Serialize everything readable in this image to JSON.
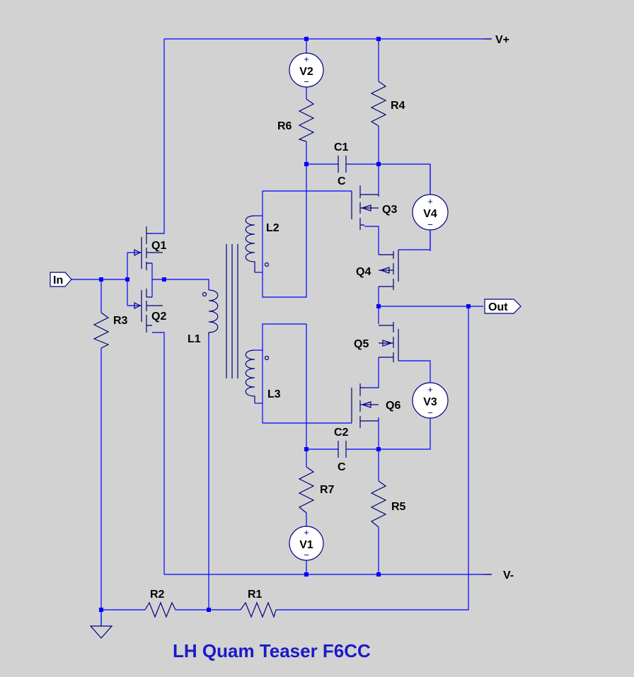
{
  "title": "LH Quam  Teaser F6CC",
  "colors": {
    "background": "#d2d2d2",
    "wire": "#0000ff",
    "component": "#000080",
    "title": "#1a1ac8"
  },
  "nets": {
    "vplus": "V+",
    "vminus": "V-",
    "input": "In",
    "output": "Out"
  },
  "components": {
    "q1": "Q1",
    "q2": "Q2",
    "q3": "Q3",
    "q4": "Q4",
    "q5": "Q5",
    "q6": "Q6",
    "r1": "R1",
    "r2": "R2",
    "r3": "R3",
    "r4": "R4",
    "r5": "R5",
    "r6": "R6",
    "r7": "R7",
    "c1": "C1",
    "c1_value": "C",
    "c2": "C2",
    "c2_value": "C",
    "l1": "L1",
    "l2": "L2",
    "l3": "L3",
    "v1": "V1",
    "v2": "V2",
    "v3": "V3",
    "v4": "V4"
  },
  "source_plus": "+",
  "source_minus": "−"
}
